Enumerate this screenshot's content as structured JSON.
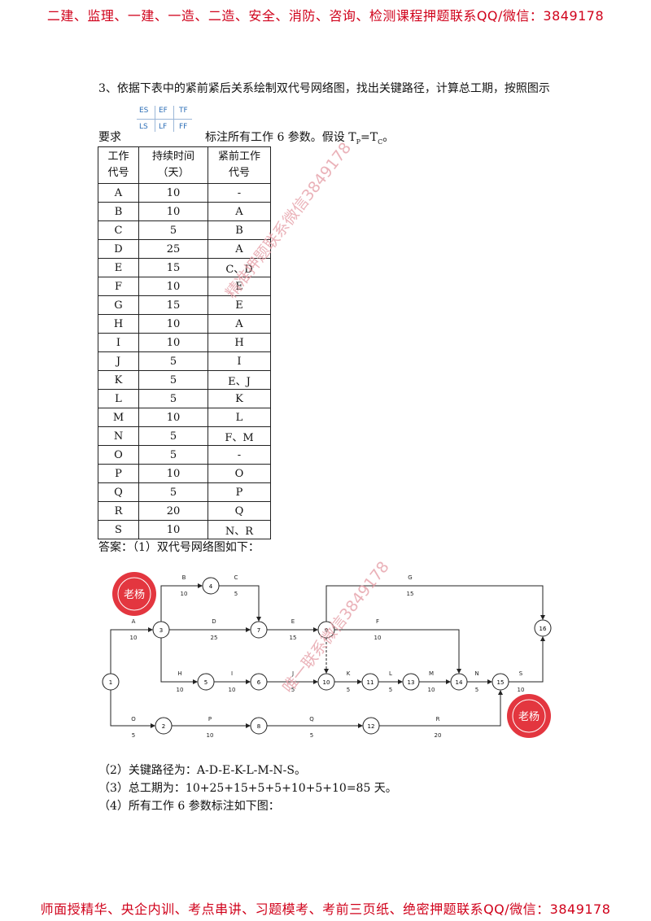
{
  "banners": {
    "top": "二建、监理、一建、一造、二造、安全、消防、咨询、检测课程押题联系QQ/微信：3849178",
    "bottom": "师面授精华、央企内训、考点串讲、习题模考、考前三页纸、绝密押题联系QQ/微信：3849178"
  },
  "question": {
    "line1": "3、依据下表中的紧前紧后关系绘制双代号网络图，找出关键路径，计算总工期，按照图示",
    "line2_prefix": "要求",
    "line2_suffix": "标注所有工作 6 参数。假设 T",
    "sub_p": "P",
    "eq": "=T",
    "sub_c": "C",
    "end": "。"
  },
  "legend": {
    "es": "ES",
    "ef": "EF",
    "tf": "TF",
    "ls": "LS",
    "lf": "LF",
    "ff": "FF"
  },
  "table": {
    "headers": [
      [
        "工作",
        "代号"
      ],
      [
        "持续时间",
        "（天）"
      ],
      [
        "紧前工作",
        "代号"
      ]
    ],
    "rows": [
      [
        "A",
        "10",
        "-"
      ],
      [
        "B",
        "10",
        "A"
      ],
      [
        "C",
        "5",
        "B"
      ],
      [
        "D",
        "25",
        "A"
      ],
      [
        "E",
        "15",
        "C、D"
      ],
      [
        "F",
        "10",
        "E"
      ],
      [
        "G",
        "15",
        "E"
      ],
      [
        "H",
        "10",
        "A"
      ],
      [
        "I",
        "10",
        "H"
      ],
      [
        "J",
        "5",
        "I"
      ],
      [
        "K",
        "5",
        "E、J"
      ],
      [
        "L",
        "5",
        "K"
      ],
      [
        "M",
        "10",
        "L"
      ],
      [
        "N",
        "5",
        "F、M"
      ],
      [
        "O",
        "5",
        "-"
      ],
      [
        "P",
        "10",
        "O"
      ],
      [
        "Q",
        "5",
        "P"
      ],
      [
        "R",
        "20",
        "Q"
      ],
      [
        "S",
        "10",
        "N、R"
      ]
    ]
  },
  "answer": {
    "a1": "答案：（1）双代号网络图如下：",
    "a2": "（2）关键路径为：A-D-E-K-L-M-N-S。",
    "a3": "（3）总工期为：10+25+15+5+5+10+5+10=85 天。",
    "a4": "（4）所有工作 6 参数标注如下图："
  },
  "watermarks": {
    "w1": "精准押题联系微信3849178",
    "w2": "唯一联系微信3849178",
    "stamp": "老杨"
  },
  "network": {
    "nodes": [
      {
        "id": "1"
      },
      {
        "id": "2"
      },
      {
        "id": "3"
      },
      {
        "id": "4"
      },
      {
        "id": "5"
      },
      {
        "id": "6"
      },
      {
        "id": "7"
      },
      {
        "id": "8"
      },
      {
        "id": "9"
      },
      {
        "id": "10"
      },
      {
        "id": "11"
      },
      {
        "id": "12"
      },
      {
        "id": "13"
      },
      {
        "id": "14"
      },
      {
        "id": "15"
      },
      {
        "id": "16"
      }
    ],
    "activities": [
      {
        "name": "A",
        "dur": "10"
      },
      {
        "name": "B",
        "dur": "10"
      },
      {
        "name": "C",
        "dur": "5"
      },
      {
        "name": "D",
        "dur": "25"
      },
      {
        "name": "E",
        "dur": "15"
      },
      {
        "name": "F",
        "dur": "10"
      },
      {
        "name": "G",
        "dur": "15"
      },
      {
        "name": "H",
        "dur": "10"
      },
      {
        "name": "I",
        "dur": "10"
      },
      {
        "name": "J",
        "dur": "5"
      },
      {
        "name": "K",
        "dur": "5"
      },
      {
        "name": "L",
        "dur": "5"
      },
      {
        "name": "M",
        "dur": "10"
      },
      {
        "name": "N",
        "dur": "5"
      },
      {
        "name": "O",
        "dur": "5"
      },
      {
        "name": "P",
        "dur": "10"
      },
      {
        "name": "Q",
        "dur": "5"
      },
      {
        "name": "R",
        "dur": "20"
      },
      {
        "name": "S",
        "dur": "10"
      }
    ]
  }
}
